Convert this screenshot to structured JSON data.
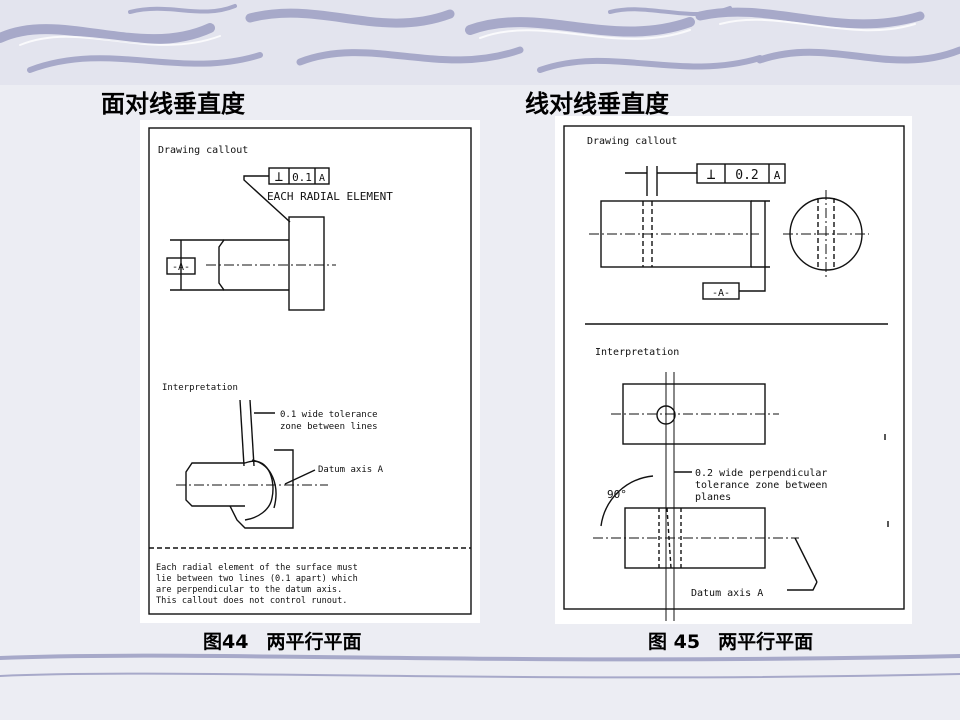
{
  "slide": {
    "left_title": "面对线垂直度",
    "right_title": "线对线垂直度",
    "left_caption": {
      "fig": "图44",
      "text": "两平行平面"
    },
    "right_caption": {
      "fig": "图 45",
      "text": "两平行平面"
    }
  },
  "fig44": {
    "drawing_callout": "Drawing callout",
    "fcf_symbol": "⊥",
    "fcf_tolerance": "0.1",
    "fcf_datum": "A",
    "element_note": "EACH RADIAL ELEMENT",
    "datum_label": "-A-",
    "interpretation": "Interpretation",
    "zone_note_1": "0.1 wide tolerance",
    "zone_note_2": "zone between lines",
    "datum_axis": "Datum axis A",
    "note_1": "Each radial element of the surface must",
    "note_2": "lie between two lines (0.1 apart) which",
    "note_3": "are perpendicular to the datum axis.",
    "note_4": "This callout does not control runout."
  },
  "fig45": {
    "drawing_callout": "Drawing callout",
    "fcf_symbol": "⊥",
    "fcf_tolerance": "0.2",
    "fcf_datum": "A",
    "datum_label": "-A-",
    "interpretation": "Interpretation",
    "zone_note_1": "0.2 wide perpendicular",
    "zone_note_2": "tolerance zone between",
    "zone_note_3": "planes",
    "angle": "90°",
    "datum_axis": "Datum axis A"
  }
}
